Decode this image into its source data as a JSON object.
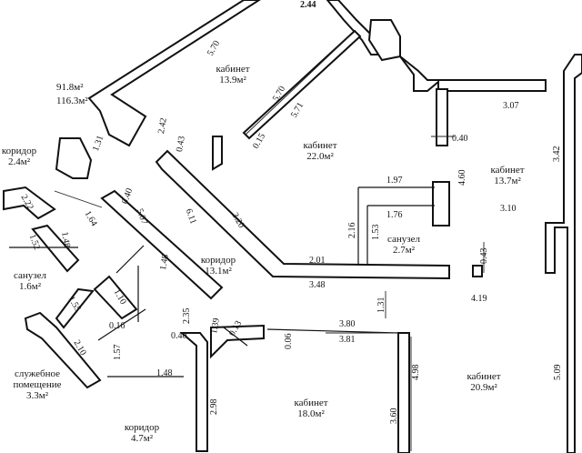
{
  "plan": {
    "totals": {
      "living_area": "91.8м²",
      "total_area": "116.3м²"
    },
    "rooms": [
      {
        "name": "кабинет",
        "area": "13.9м²"
      },
      {
        "name": "кабинет",
        "area": "22.0м²"
      },
      {
        "name": "кабинет",
        "area": "13.7м²"
      },
      {
        "name": "коридор",
        "area": "2.4м²"
      },
      {
        "name": "коридор",
        "area": "13.1м²"
      },
      {
        "name": "санузел",
        "area": "2.7м²"
      },
      {
        "name": "санузел",
        "area": "1.6м²"
      },
      {
        "name": "служебное помещение",
        "area": "3.3м²"
      },
      {
        "name": "коридор",
        "area": "4.7м²"
      },
      {
        "name": "кабинет",
        "area": "18.0м²"
      },
      {
        "name": "кабинет",
        "area": "20.9м²"
      }
    ],
    "dimensions": [
      "5.70",
      "5.70",
      "5.71",
      "2.44",
      "0.15",
      "0.43",
      "3.07",
      "0.40",
      "3.42",
      "4.60",
      "3.10",
      "1.31",
      "2.42",
      "1.97",
      "1.76",
      "2.16",
      "1.53",
      "0.43",
      "2.01",
      "3.48",
      "3.20",
      "6.11",
      "5.07",
      "0.40",
      "1.64",
      "1.52",
      "1.48",
      "2.22",
      "1.10",
      "1.55",
      "1.48",
      "0.16",
      "2.35",
      "0.40",
      "1.39",
      "0.13",
      "0.06",
      "1.31",
      "3.80",
      "3.81",
      "4.19",
      "4.98",
      "5.09",
      "2.10",
      "1.57",
      "1.48",
      "2.98",
      "3.60"
    ]
  }
}
